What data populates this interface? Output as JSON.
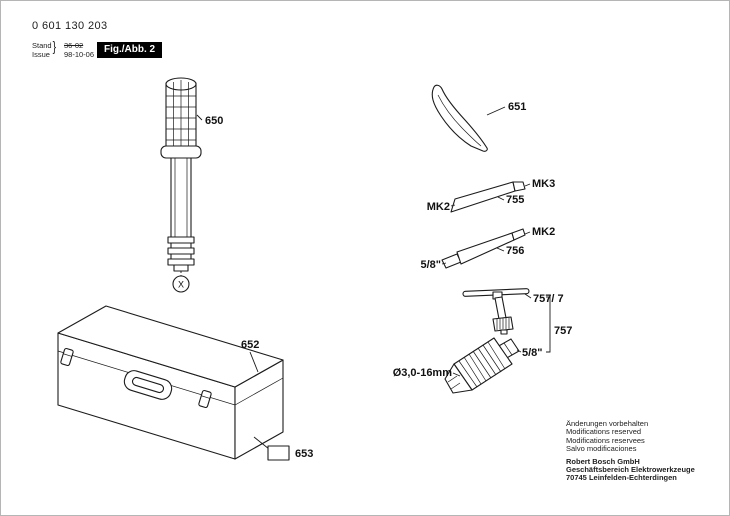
{
  "page": {
    "part_number": "0 601 130 203",
    "stand_label": "Stand",
    "issue_label": "Issue",
    "stand_value": "36-02",
    "issue_value": "98-10-06",
    "figure_label": "Fig./Abb. 2"
  },
  "callouts": {
    "handle": "650",
    "wedge": "651",
    "toolbox": "652",
    "label_plate": "653",
    "taper_drift": "755",
    "taper_adapter": "756",
    "chuck_key": "757/ 7",
    "chuck_assembly": "757",
    "mk2_drift": "MK2",
    "mk3_drift": "MK3",
    "mk2_adapter": "MK2",
    "shank_adapter": "5/8\"",
    "shank_chuck": "5/8\"",
    "chuck_capacity": "Ø3,0-16mm",
    "x_marker": "X"
  },
  "footer": {
    "notice_lines": [
      "Änderungen vorbehalten",
      "Modifications reserved",
      "Modifications reservees",
      "Salvo modificaciones"
    ],
    "company_lines": [
      "Robert Bosch GmbH",
      "Geschäftsbereich Elektrowerkzeuge",
      "70745 Leinfelden-Echterdingen"
    ]
  }
}
